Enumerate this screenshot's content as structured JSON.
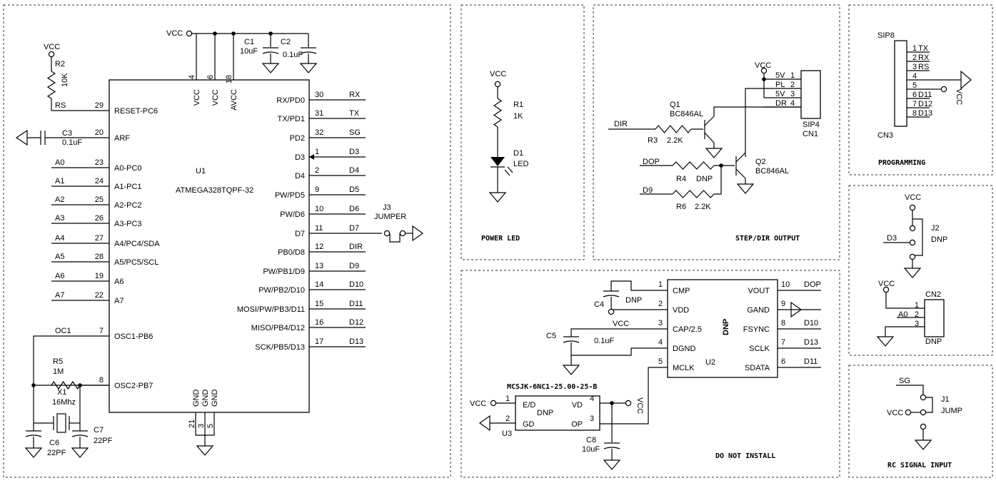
{
  "panels": {
    "power_led": "POWER LED",
    "step_dir": "STEP/DIR OUTPUT",
    "programming": "PROGRAMMING",
    "do_not_install": "DO NOT INSTALL",
    "rc_input": "RC SIGNAL INPUT"
  },
  "mcu": {
    "ref": "U1",
    "part": "ATMEGA328TQPF-32",
    "top_pins": [
      {
        "num": "4",
        "name": "VCC"
      },
      {
        "num": "6",
        "name": "VCC"
      },
      {
        "num": "18",
        "name": "AVCC"
      }
    ],
    "bottom_pins": [
      {
        "num": "21",
        "name": "GND"
      },
      {
        "num": "3",
        "name": "GND"
      },
      {
        "num": "5",
        "name": "GND"
      }
    ],
    "left_pins": [
      {
        "num": "29",
        "name": "RESET-PC6",
        "net": "RS"
      },
      {
        "num": "20",
        "name": "ARF",
        "net": ""
      },
      {
        "num": "23",
        "name": "A0-PC0",
        "net": "A0"
      },
      {
        "num": "24",
        "name": "A1-PC1",
        "net": "A1"
      },
      {
        "num": "25",
        "name": "A2-PC2",
        "net": "A2"
      },
      {
        "num": "26",
        "name": "A3-PC3",
        "net": "A3"
      },
      {
        "num": "27",
        "name": "A4/PC4/SDA",
        "net": "A4"
      },
      {
        "num": "28",
        "name": "A5/PC5/SCL",
        "net": "A5"
      },
      {
        "num": "19",
        "name": "A6",
        "net": "A6"
      },
      {
        "num": "22",
        "name": "A7",
        "net": "A7"
      },
      {
        "num": "7",
        "name": "OSC1-PB6",
        "net": "OC1"
      },
      {
        "num": "8",
        "name": "OSC2-PB7",
        "net": ""
      }
    ],
    "right_pins": [
      {
        "num": "30",
        "name": "RX/PD0",
        "net": "RX"
      },
      {
        "num": "31",
        "name": "TX/PD1",
        "net": "TX"
      },
      {
        "num": "32",
        "name": "PD2",
        "net": "SG"
      },
      {
        "num": "1",
        "name": "D3",
        "net": "D3"
      },
      {
        "num": "2",
        "name": "D4",
        "net": "D4"
      },
      {
        "num": "9",
        "name": "PW/PD5",
        "net": "D5"
      },
      {
        "num": "10",
        "name": "PW/D6",
        "net": "D6"
      },
      {
        "num": "11",
        "name": "D7",
        "net": "D7"
      },
      {
        "num": "12",
        "name": "PB0/D8",
        "net": "DIR"
      },
      {
        "num": "13",
        "name": "PW/PB1/D9",
        "net": "D9"
      },
      {
        "num": "14",
        "name": "PW/PB2/D10",
        "net": "D10"
      },
      {
        "num": "15",
        "name": "MOSI/PW/PB3/D11",
        "net": "D11"
      },
      {
        "num": "16",
        "name": "MISO/PB4/D12",
        "net": "D12"
      },
      {
        "num": "17",
        "name": "SCK/PB5/D13",
        "net": "D13"
      }
    ]
  },
  "mcu_parts": {
    "vcc": "VCC",
    "c1": {
      "ref": "C1",
      "val": "10uF"
    },
    "c2": {
      "ref": "C2",
      "val": "0.1uF"
    },
    "r2": {
      "ref": "R2",
      "val": "10K"
    },
    "c3": {
      "ref": "C3",
      "val": "0.1uF"
    },
    "j3": {
      "ref": "J3",
      "val": "JUMPER"
    },
    "r5": {
      "ref": "R5",
      "val": "1M"
    },
    "x1": {
      "ref": "X1",
      "val": "16Mhz"
    },
    "c6": {
      "ref": "C6",
      "val": "22PF"
    },
    "c7": {
      "ref": "C7",
      "val": "22PF"
    }
  },
  "led": {
    "vcc": "VCC",
    "r1": {
      "ref": "R1",
      "val": "1K"
    },
    "d1": {
      "ref": "D1",
      "val": "LED"
    }
  },
  "stepdir": {
    "vcc": "VCC",
    "q1": {
      "ref": "Q1",
      "val": "BC846AL"
    },
    "q2": {
      "ref": "Q2",
      "val": "BC846AL"
    },
    "r3": {
      "ref": "R3",
      "val": "2.2K"
    },
    "r4": {
      "ref": "R4",
      "val": "DNP"
    },
    "r6": {
      "ref": "R6",
      "val": "2.2K"
    },
    "nets": {
      "dir": "DIR",
      "dop": "DOP",
      "d9": "D9"
    },
    "cn1": {
      "type": "SIP4",
      "ref": "CN1"
    },
    "cn1_pins": [
      {
        "num": "1",
        "label": "5V"
      },
      {
        "num": "2",
        "label": "PL"
      },
      {
        "num": "3",
        "label": "5V"
      },
      {
        "num": "4",
        "label": "DR"
      }
    ]
  },
  "prog": {
    "type": "SIP8",
    "ref": "CN3",
    "vcc": "VCC",
    "pins": [
      {
        "num": "1",
        "label": "TX"
      },
      {
        "num": "2",
        "label": "RX"
      },
      {
        "num": "3",
        "label": "RS"
      },
      {
        "num": "4",
        "label": ""
      },
      {
        "num": "5",
        "label": ""
      },
      {
        "num": "6",
        "label": "D11"
      },
      {
        "num": "7",
        "label": "D12"
      },
      {
        "num": "8",
        "label": "D13"
      }
    ]
  },
  "j2": {
    "vcc": "VCC",
    "net": "D3",
    "ref": "J2",
    "val": "DNP"
  },
  "cn2": {
    "vcc": "VCC",
    "ref": "CN2",
    "val": "DNP",
    "pins": [
      {
        "num": "1",
        "net": ""
      },
      {
        "num": "2",
        "net": "A0"
      },
      {
        "num": "3",
        "net": ""
      }
    ]
  },
  "rc": {
    "net": "SG",
    "vcc": "VCC",
    "ref": "J1",
    "val": "JUMP"
  },
  "dds": {
    "ref": "U2",
    "mark": "DNP",
    "left_pins": [
      {
        "num": "1",
        "name": "CMP"
      },
      {
        "num": "2",
        "name": "VDD"
      },
      {
        "num": "3",
        "name": "CAP/2.5"
      },
      {
        "num": "4",
        "name": "DGND"
      },
      {
        "num": "5",
        "name": "MCLK"
      }
    ],
    "right_pins": [
      {
        "num": "10",
        "name": "VOUT",
        "net": "DOP"
      },
      {
        "num": "9",
        "name": "GAND",
        "net": ""
      },
      {
        "num": "8",
        "name": "FSYNC",
        "net": "D10"
      },
      {
        "num": "7",
        "name": "SCLK",
        "net": "D13"
      },
      {
        "num": "6",
        "name": "SDATA",
        "net": "D11"
      }
    ],
    "c4": {
      "ref": "C4",
      "val": "DNP"
    },
    "c4_vcc": "VCC",
    "c5": {
      "ref": "C5",
      "val": "0.1uF"
    },
    "c8": {
      "ref": "C8",
      "val": "10uF"
    }
  },
  "osc": {
    "title": "MCSJK-6NC1-25.00-25-B",
    "ref": "U3",
    "mark": "DNP",
    "vcc_in": "VCC",
    "vcc_out": "VCC",
    "pins": [
      {
        "num": "1",
        "name": "E/D"
      },
      {
        "num": "2",
        "name": "GD"
      },
      {
        "num": "4",
        "name": "VD"
      },
      {
        "num": "3",
        "name": "OP"
      }
    ]
  }
}
